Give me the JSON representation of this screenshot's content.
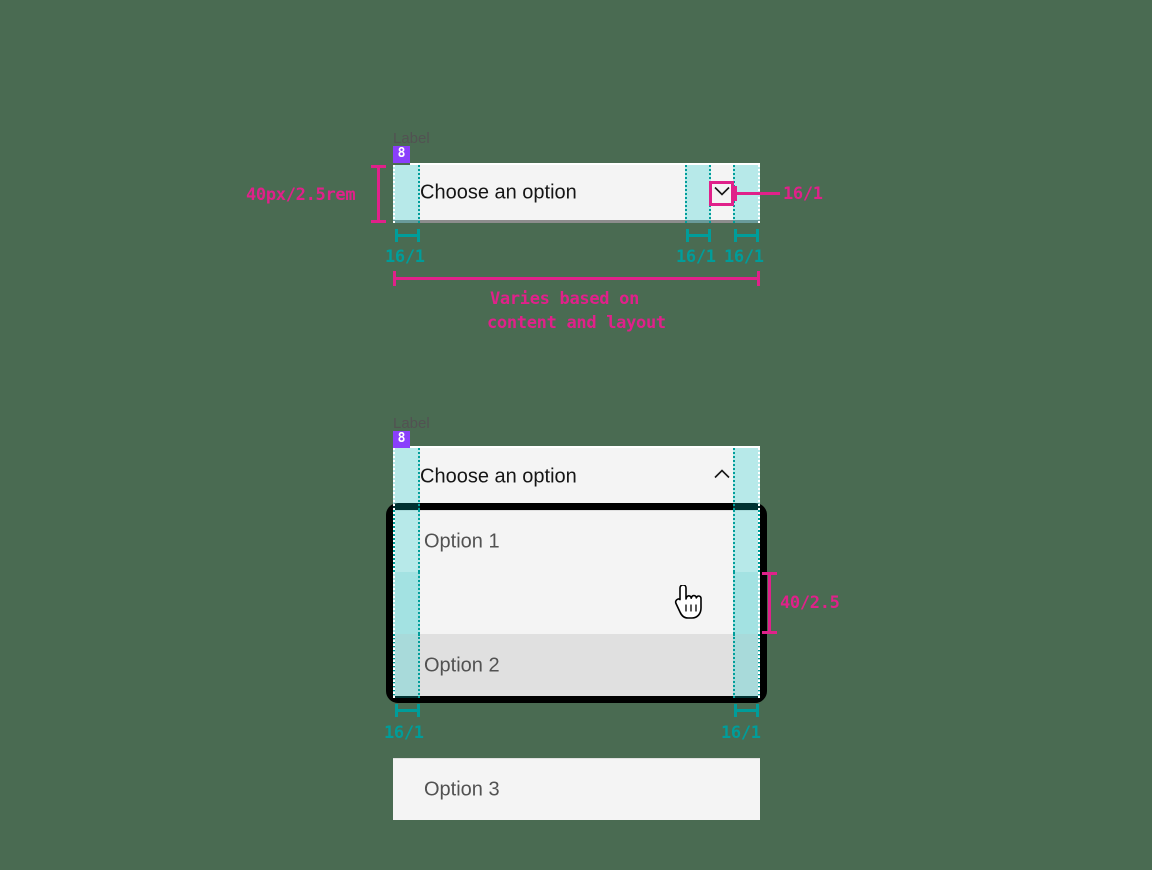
{
  "page": {
    "background_color": "#4a6b52",
    "accent_pink": "#e0218a",
    "accent_teal": "#009d9a",
    "accent_purple": "#8a3ffc",
    "field_bg": "#f4f4f4",
    "hover_bg": "#e0e0e0"
  },
  "closed_dropdown": {
    "label": "Label",
    "label_spacing_badge": "8",
    "placeholder": "Choose an option",
    "chevron_icon": "chevron-down-icon",
    "annotations": {
      "height": "40px/2.5rem",
      "left_padding": "16/1",
      "icon_gap": "16/1",
      "right_padding": "16/1",
      "icon_size": "16/1",
      "width_note_line1": "Varies based on",
      "width_note_line2": "content and layout"
    }
  },
  "open_dropdown": {
    "label": "Label",
    "label_spacing_badge": "8",
    "placeholder": "Choose an option",
    "chevron_icon": "chevron-up-icon",
    "options": [
      {
        "label": "Option 1",
        "hovered": false
      },
      {
        "label": "Option 2",
        "hovered": true
      },
      {
        "label": "Option 3",
        "hovered": false
      }
    ],
    "cursor_icon": "pointer-hand-cursor",
    "annotations": {
      "item_height": "40/2.5",
      "left_padding": "16/1",
      "right_padding": "16/1"
    }
  }
}
